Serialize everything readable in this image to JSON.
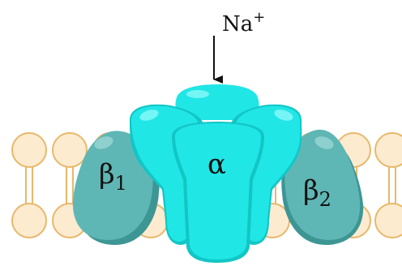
{
  "labels": {
    "ion": "Na",
    "ion_charge": "+",
    "alpha": "α",
    "beta1": "β",
    "beta1_sub": "1",
    "beta2": "β",
    "beta2_sub": "2"
  },
  "colors": {
    "background": "#ffffff",
    "lipid_head_fill": "#fdebd0",
    "lipid_head_stroke": "#e8b86a",
    "alpha_subunit": "#21e6e6",
    "alpha_subunit_dark": "#12c6c6",
    "alpha_subunit_highlight": "#7ef6f6",
    "beta_subunit": "#5fb7b5",
    "beta_subunit_dark": "#3d9694",
    "beta_subunit_highlight": "#9ad6d4",
    "arrow": "#111111"
  },
  "icons": {
    "ion_arrow": "down-arrow-icon",
    "lipid": "phospholipid-icon"
  }
}
